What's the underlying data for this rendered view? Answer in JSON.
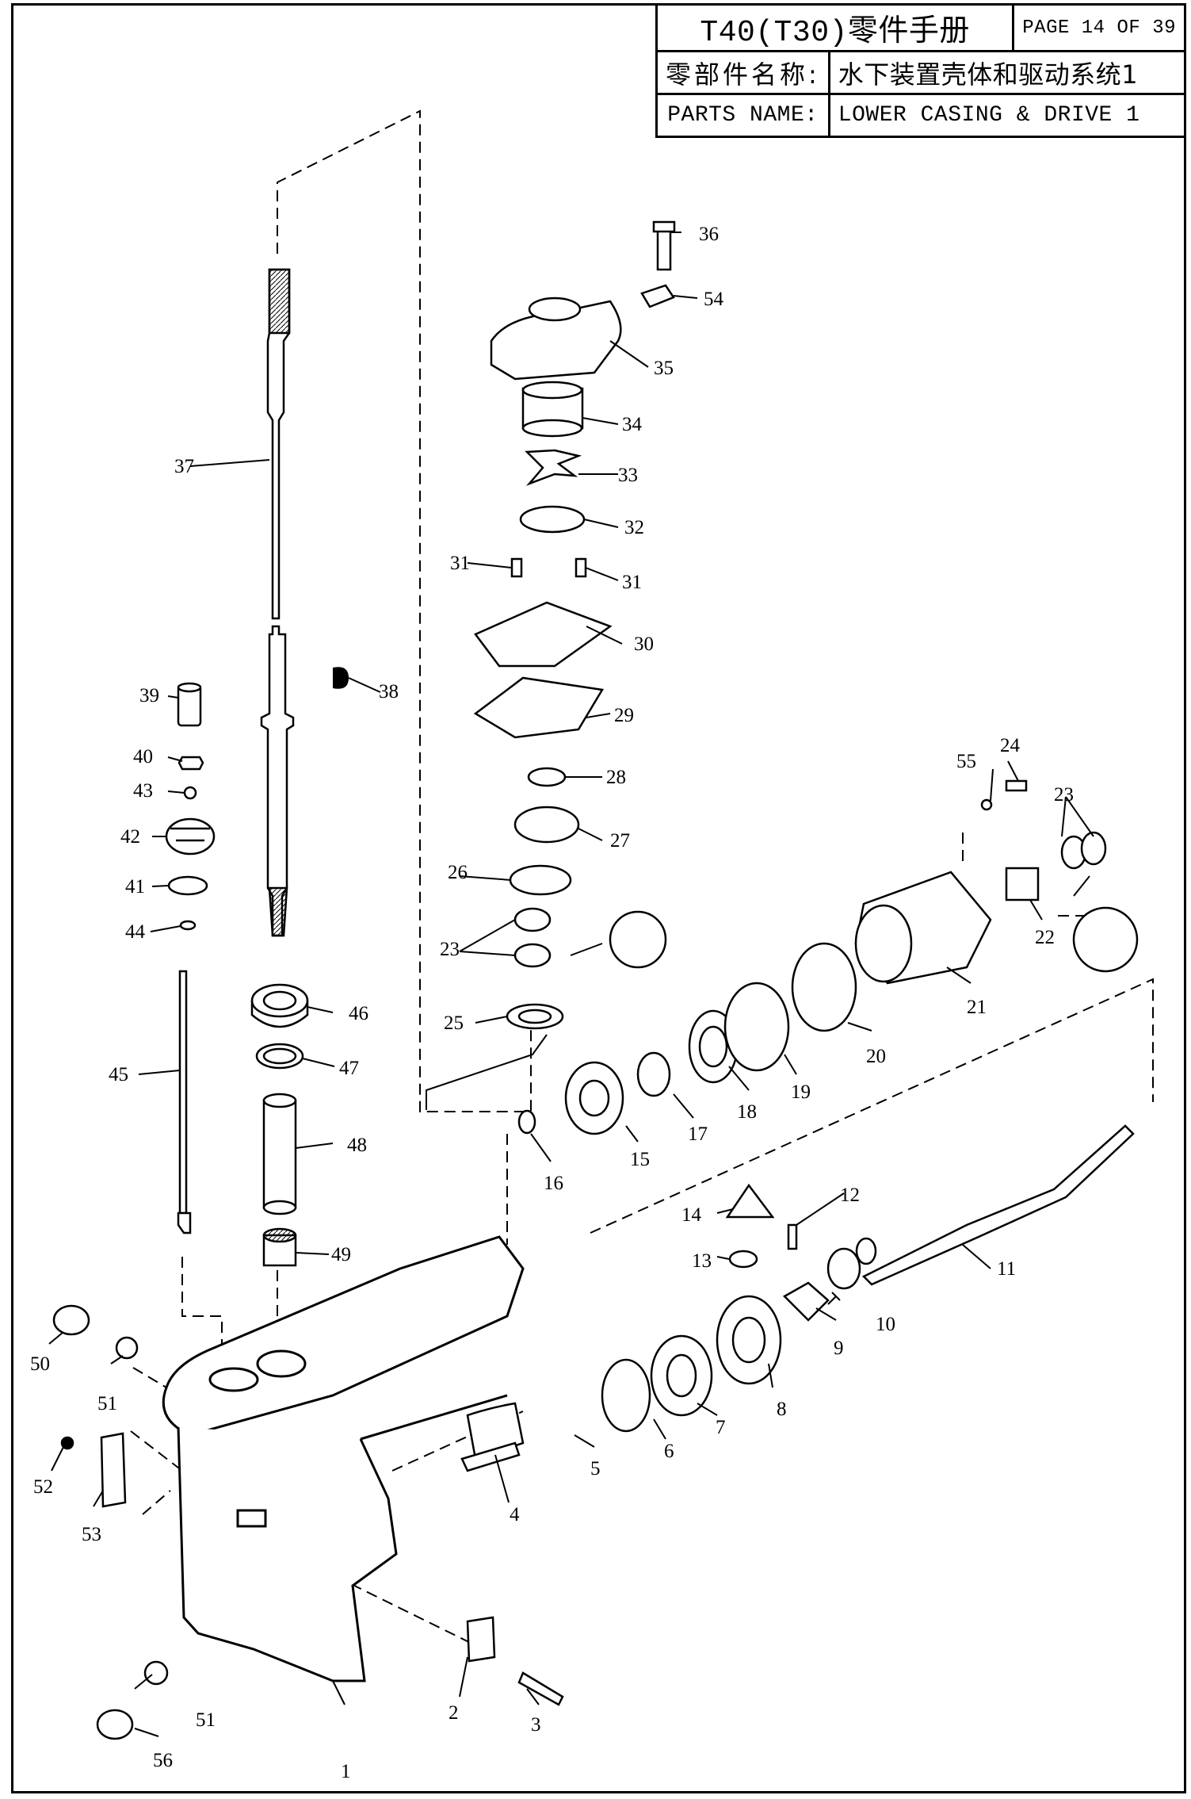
{
  "title_block": {
    "model": "T40(T30)零件手册",
    "page": "PAGE 14 OF 39",
    "cn_label": "零部件名称:",
    "cn_value": "水下装置壳体和驱动系统1",
    "en_label": "PARTS NAME:",
    "en_value": "LOWER CASING & DRIVE 1"
  },
  "callouts": [
    {
      "id": "c1",
      "text": "1"
    },
    {
      "id": "c2",
      "text": "2"
    },
    {
      "id": "c3",
      "text": "3"
    },
    {
      "id": "c4",
      "text": "4"
    },
    {
      "id": "c5",
      "text": "5"
    },
    {
      "id": "c6",
      "text": "6"
    },
    {
      "id": "c7",
      "text": "7"
    },
    {
      "id": "c8",
      "text": "8"
    },
    {
      "id": "c9",
      "text": "9"
    },
    {
      "id": "c10",
      "text": "10"
    },
    {
      "id": "c11",
      "text": "11"
    },
    {
      "id": "c12",
      "text": "12"
    },
    {
      "id": "c13",
      "text": "13"
    },
    {
      "id": "c14",
      "text": "14"
    },
    {
      "id": "c15",
      "text": "15"
    },
    {
      "id": "c16",
      "text": "16"
    },
    {
      "id": "c17",
      "text": "17"
    },
    {
      "id": "c18",
      "text": "18"
    },
    {
      "id": "c19",
      "text": "19"
    },
    {
      "id": "c20",
      "text": "20"
    },
    {
      "id": "c21",
      "text": "21"
    },
    {
      "id": "c22",
      "text": "22"
    },
    {
      "id": "c23a",
      "text": "23"
    },
    {
      "id": "c23b",
      "text": "23"
    },
    {
      "id": "c24",
      "text": "24"
    },
    {
      "id": "c25",
      "text": "25"
    },
    {
      "id": "c26",
      "text": "26"
    },
    {
      "id": "c27",
      "text": "27"
    },
    {
      "id": "c28",
      "text": "28"
    },
    {
      "id": "c29",
      "text": "29"
    },
    {
      "id": "c30",
      "text": "30"
    },
    {
      "id": "c31a",
      "text": "31"
    },
    {
      "id": "c31b",
      "text": "31"
    },
    {
      "id": "c32",
      "text": "32"
    },
    {
      "id": "c33",
      "text": "33"
    },
    {
      "id": "c34",
      "text": "34"
    },
    {
      "id": "c35",
      "text": "35"
    },
    {
      "id": "c36",
      "text": "36"
    },
    {
      "id": "c37",
      "text": "37"
    },
    {
      "id": "c38",
      "text": "38"
    },
    {
      "id": "c39",
      "text": "39"
    },
    {
      "id": "c40",
      "text": "40"
    },
    {
      "id": "c41",
      "text": "41"
    },
    {
      "id": "c42",
      "text": "42"
    },
    {
      "id": "c43",
      "text": "43"
    },
    {
      "id": "c44",
      "text": "44"
    },
    {
      "id": "c45",
      "text": "45"
    },
    {
      "id": "c46",
      "text": "46"
    },
    {
      "id": "c47",
      "text": "47"
    },
    {
      "id": "c48",
      "text": "48"
    },
    {
      "id": "c49",
      "text": "49"
    },
    {
      "id": "c50",
      "text": "50"
    },
    {
      "id": "c51a",
      "text": "51"
    },
    {
      "id": "c51b",
      "text": "51"
    },
    {
      "id": "c52",
      "text": "52"
    },
    {
      "id": "c53",
      "text": "53"
    },
    {
      "id": "c54",
      "text": "54"
    },
    {
      "id": "c55",
      "text": "55"
    },
    {
      "id": "c56",
      "text": "56"
    }
  ]
}
